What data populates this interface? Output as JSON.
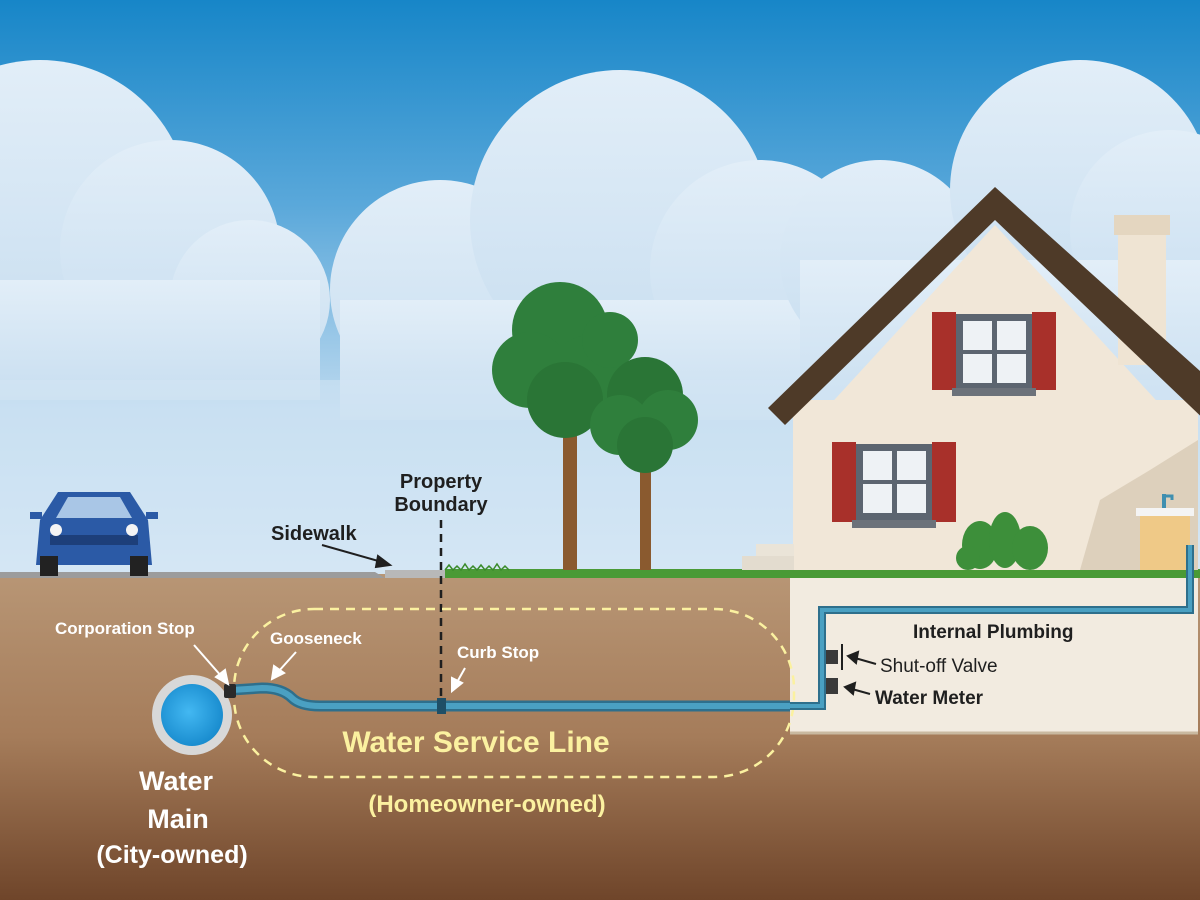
{
  "labels": {
    "property_boundary_line1": "Property",
    "property_boundary_line2": "Boundary",
    "sidewalk": "Sidewalk",
    "corporation_stop": "Corporation Stop",
    "gooseneck": "Gooseneck",
    "curb_stop": "Curb Stop",
    "internal_plumbing": "Internal Plumbing",
    "shutoff_valve": "Shut-off Valve",
    "water_meter": "Water Meter",
    "water_service_line": "Water Service Line",
    "homeowner_owned": "(Homeowner-owned)",
    "water_main_line1": "Water",
    "water_main_line2": "Main",
    "water_main_line3": "(City-owned)"
  },
  "colors": {
    "sky_top": "#1786c8",
    "sky_bottom": "#cfe4f4",
    "cloud": "#d6e8f6",
    "soil_top": "#b59272",
    "soil_bottom": "#7a4e2e",
    "grass": "#4a9a36",
    "pipe": "#3f8fb0",
    "water_main": "#1fa3e6",
    "label_yellow": "#fbf1a0",
    "label_white": "#ffffff",
    "label_dark": "#1f1f1f",
    "house_wall": "#f1e7d8",
    "roof": "#4e3a28",
    "shutters": "#a8302a",
    "tree_foliage": "#2f7f3c",
    "car_body": "#2b5aa6"
  }
}
